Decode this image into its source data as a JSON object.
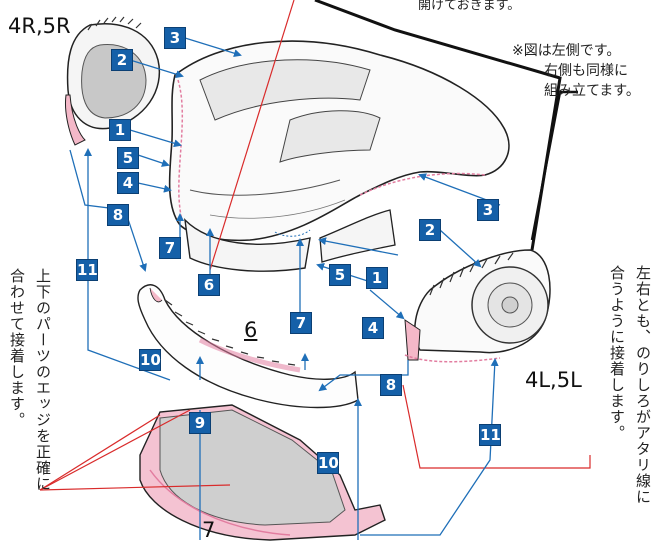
{
  "notes": {
    "top_cut": "開けておきます。",
    "left_side_1": "※図は左側です。",
    "left_side_2": "右側も同様に",
    "left_side_3": "組み立てます。"
  },
  "vertical_notes": {
    "left_col1": "上下のパーツのエッジを正確に",
    "left_col2": "合わせて接着します。",
    "right_col1": "左右とも、のりしろがアタリ線に",
    "right_col2": "合うように接着します。"
  },
  "part_labels": {
    "p4r5r": "4R,5R",
    "p4l5l": "4L,5L",
    "p6": "6",
    "p7": "7"
  },
  "steps": [
    "1",
    "2",
    "3",
    "4",
    "5",
    "6",
    "7",
    "8",
    "9",
    "10",
    "11"
  ],
  "colors": {
    "badge": "#1560a8",
    "arrow": "#1f6fb8",
    "glue": "#f4b8c8",
    "red_line": "#d92b2b",
    "panel_gray": "#d3d3d3"
  }
}
